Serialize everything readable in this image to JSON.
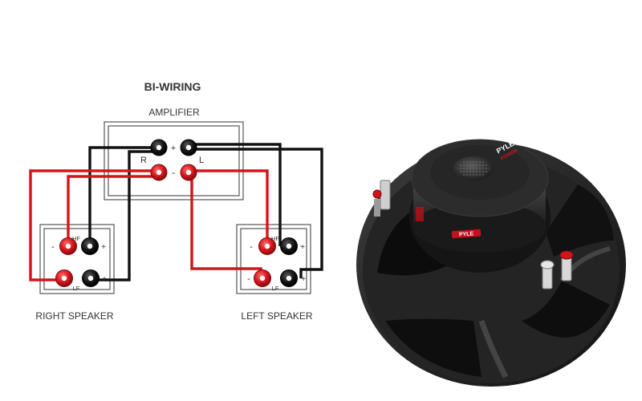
{
  "diagram": {
    "title": "BI-WIRING",
    "amplifier_label": "AMPLIFIER",
    "amp_plus": "+",
    "amp_minus": "-",
    "channel_right": "R",
    "channel_left": "L",
    "right_speaker_label": "RIGHT SPEAKER",
    "left_speaker_label": "LEFT SPEAKER",
    "terminal_minus": "-",
    "terminal_plus": "+",
    "high_freq": "HF",
    "low_freq": "LF"
  },
  "product": {
    "brand_badge": "PYLE",
    "brand_sub": "POWER",
    "rim_text": "PYLE"
  },
  "colors": {
    "positive_wire": "#111111",
    "negative_wire": "#d4141c",
    "panel_border": "#555555",
    "terminal_red": "#d4141c",
    "terminal_black": "#111111"
  }
}
